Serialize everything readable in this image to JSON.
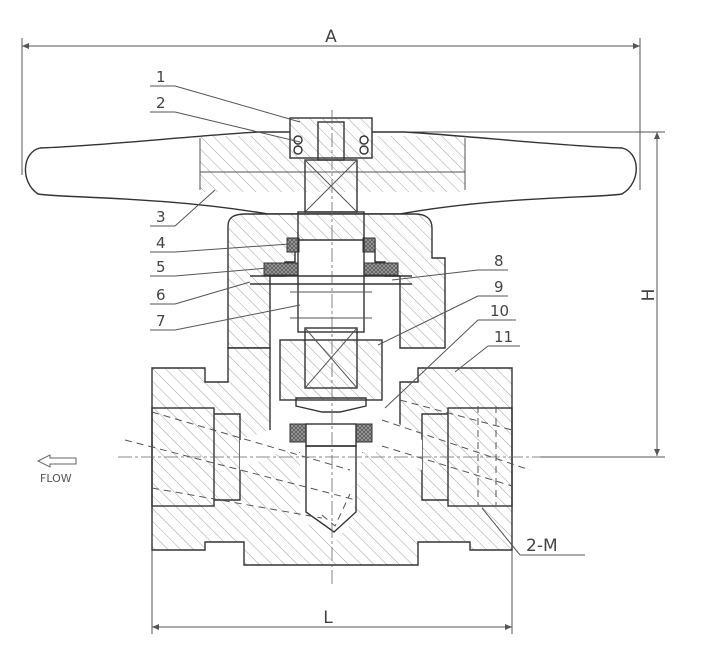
{
  "dimensions": {
    "A": "A",
    "H": "H",
    "L": "L",
    "port": "2-M"
  },
  "flow_label": "FLOW",
  "parts": [
    "1",
    "2",
    "3",
    "4",
    "5",
    "6",
    "7",
    "8",
    "9",
    "10",
    "11"
  ],
  "colors": {
    "line": "#333333",
    "hatch": "#777777",
    "seal": "#555555"
  }
}
